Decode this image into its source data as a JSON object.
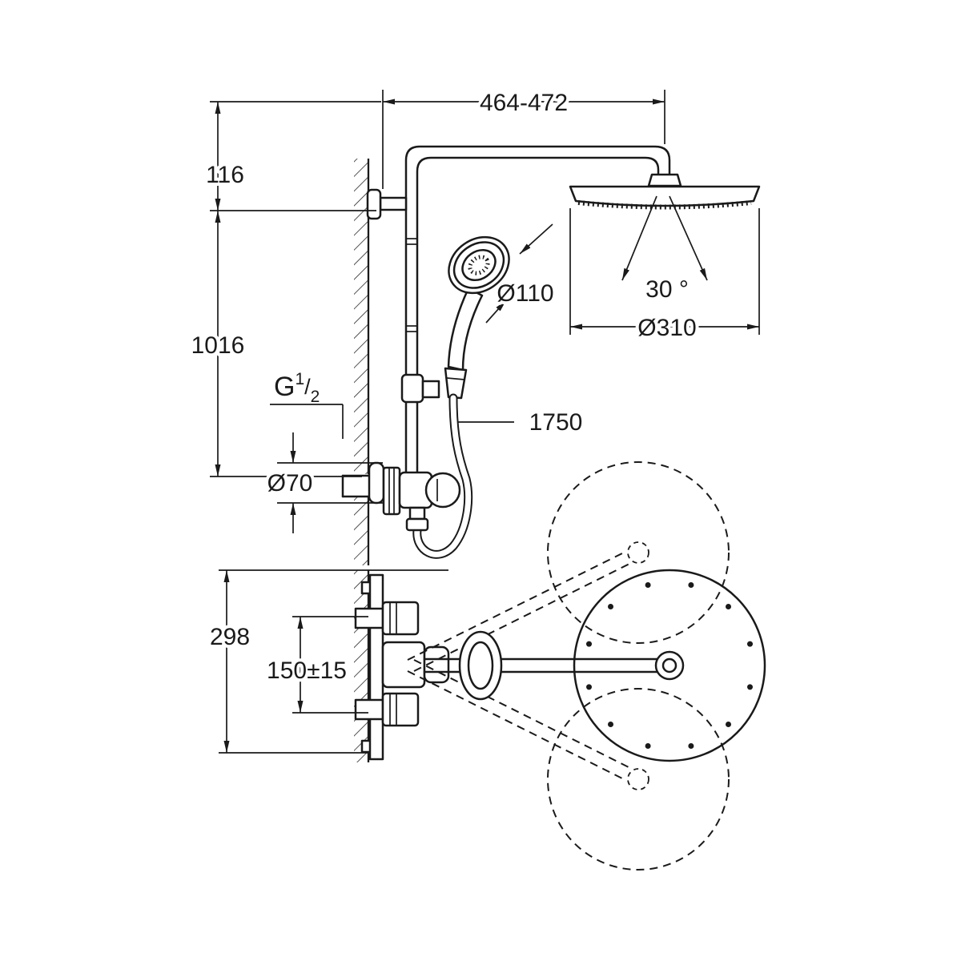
{
  "diagram": {
    "type": "technical-dimension-drawing",
    "colors": {
      "line": "#1a1a1a",
      "background": "#ffffff"
    },
    "labels": {
      "top_width": "464-472",
      "top_offset": "116",
      "bar_height": "1016",
      "thread_g": "G",
      "thread_num": "1",
      "thread_slash": "/",
      "thread_den": "2",
      "escutcheon_diameter": "Ø70",
      "hose_length": "1750",
      "hand_shower_diameter": "Ø110",
      "spray_angle": "30 °",
      "head_shower_diameter": "Ø310",
      "bottom_depth": "298",
      "inlet_spacing": "150±15"
    }
  }
}
